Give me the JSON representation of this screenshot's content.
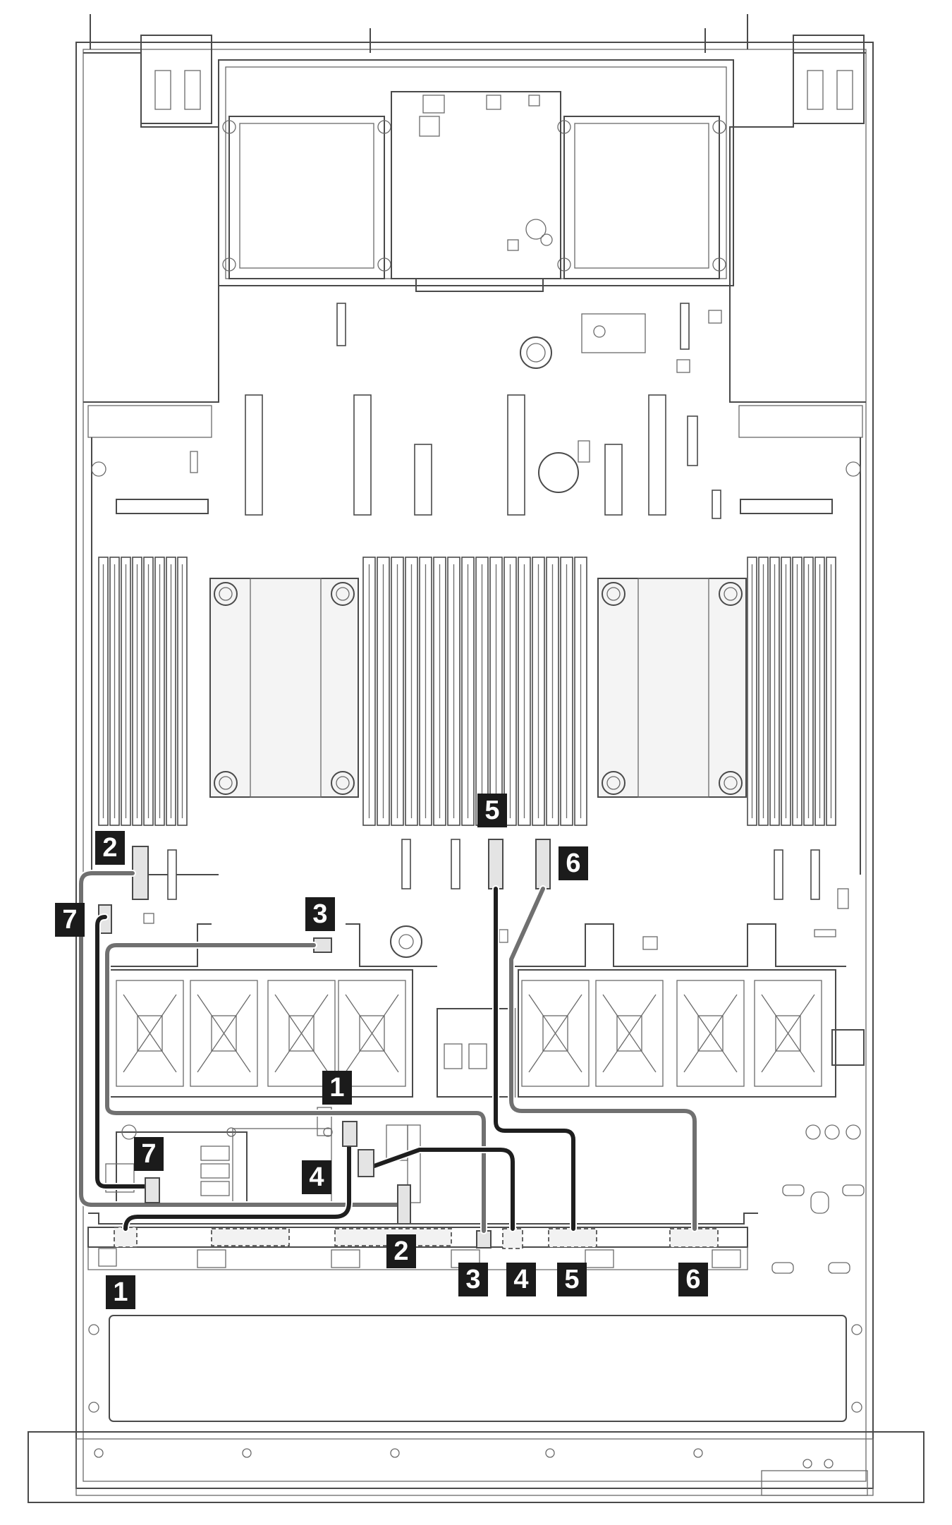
{
  "callouts": [
    {
      "id": "1",
      "label": "1"
    },
    {
      "id": "2",
      "label": "2"
    },
    {
      "id": "3",
      "label": "3"
    },
    {
      "id": "4",
      "label": "4"
    },
    {
      "id": "5",
      "label": "5"
    },
    {
      "id": "6",
      "label": "6"
    },
    {
      "id": "7",
      "label": "7"
    }
  ],
  "colors": {
    "cable_dark": "#1e1e1e",
    "cable_gray": "#707070",
    "callout_bg": "#1b1b1b",
    "callout_fg": "#ffffff",
    "hardware_line": "#4a4a4a"
  }
}
